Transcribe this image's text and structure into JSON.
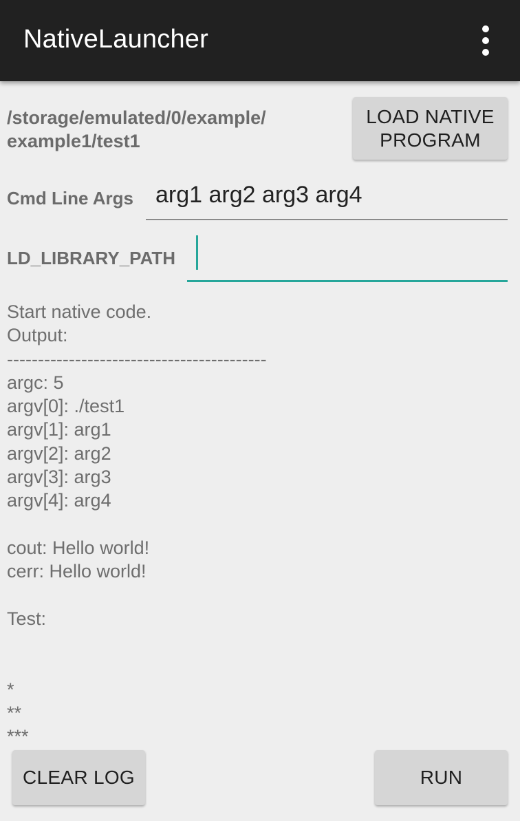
{
  "appbar": {
    "title": "NativeLauncher",
    "overflow_icon": "more-vert-icon",
    "background": "#212121"
  },
  "program": {
    "path": "/storage/emulated/0/example/\nexample1/test1",
    "load_button_label": "LOAD NATIVE PROGRAM"
  },
  "args": {
    "label": "Cmd Line Args",
    "value": "arg1 arg2 arg3 arg4"
  },
  "ld_path": {
    "label": "LD_LIBRARY_PATH",
    "value": "",
    "accent": "#26a69a"
  },
  "output": {
    "text": "Start native code.\nOutput:\n------------------------------------------\nargc: 5\nargv[0]: ./test1\nargv[1]: arg1\nargv[2]: arg2\nargv[3]: arg3\nargv[4]: arg4\n\ncout: Hello world!\ncerr: Hello world!\n\nTest:\n\n\n*\n**\n***"
  },
  "footer": {
    "clear_label": "CLEAR LOG",
    "run_label": "RUN"
  }
}
